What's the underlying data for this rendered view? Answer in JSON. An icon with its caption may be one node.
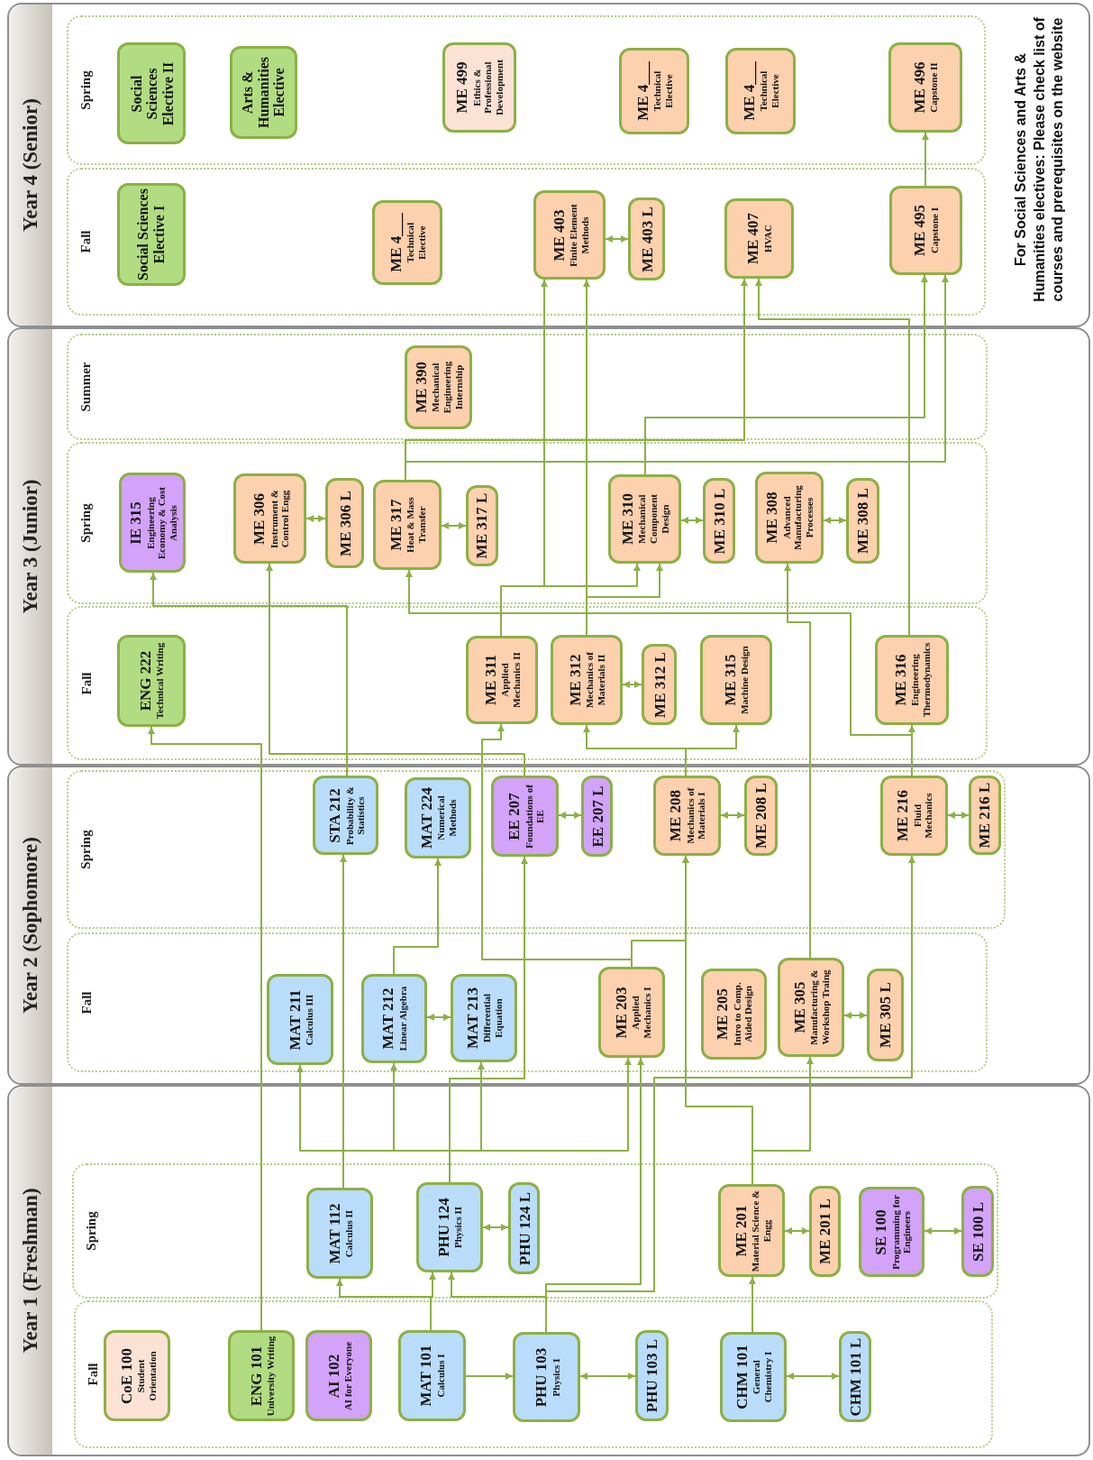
{
  "diagram": {
    "nodes": [
      {
        "text": [
          "Year 1 (Freshman)"
        ]
      },
      {
        "text": [
          "Fall"
        ],
        "in": 0
      },
      {
        "text": [
          "CoE 100",
          "Student Orientation"
        ],
        "in": 1
      },
      {
        "text": [
          "ENG 101",
          "University Writing"
        ],
        "in": 1
      },
      {
        "text": [
          "AI 102",
          "AI for Everyone"
        ],
        "in": 1
      },
      {
        "text": [
          "MAT 101",
          "Calculus I"
        ],
        "in": 1
      },
      {
        "text": [
          "PHU 103",
          "Physics I"
        ],
        "in": 1
      },
      {
        "text": [
          "PHU 103 L"
        ],
        "in": 1
      },
      {
        "text": [
          "CHM 101",
          "General Chemistry I"
        ],
        "in": 1
      },
      {
        "text": [
          "CHM 101 L"
        ],
        "in": 1
      },
      {
        "text": [
          "Spring"
        ],
        "in": 0
      },
      {
        "text": [
          "MAT 112",
          "Calculus II"
        ],
        "in": 10
      },
      {
        "text": [
          "PHU 124",
          "Physics II"
        ],
        "in": 10
      },
      {
        "text": [
          "PHU 124 L"
        ],
        "in": 10
      },
      {
        "text": [
          "ME 201",
          "Material Science & Engg"
        ],
        "in": 10
      },
      {
        "text": [
          "ME 201 L"
        ],
        "in": 10
      },
      {
        "text": [
          "SE 100",
          "Programming for Engineers"
        ],
        "in": 10
      },
      {
        "text": [
          "SE 100 L"
        ],
        "in": 10
      },
      {
        "text": [
          "Year 2 (Sophomore)"
        ]
      },
      {
        "text": [
          "Fall"
        ],
        "in": 18
      },
      {
        "text": [
          "MAT 211",
          "Calculus III"
        ],
        "in": 19
      },
      {
        "text": [
          "MAT 212",
          "Linear Algebra"
        ],
        "in": 19
      },
      {
        "text": [
          "MAT 213",
          "Differential Equation"
        ],
        "in": 19
      },
      {
        "text": [
          "ME 203",
          "Applied Mechanics I"
        ],
        "in": 19
      },
      {
        "text": [
          "ME 205",
          "Intro to Comp. Aided Design"
        ],
        "in": 19
      },
      {
        "text": [
          "ME 305",
          "Manufacturing & Workshop Traing"
        ],
        "in": 19
      },
      {
        "text": [
          "ME 305 L"
        ],
        "in": 19
      },
      {
        "text": [
          "Spring"
        ],
        "in": 18
      },
      {
        "text": [
          "STA 212",
          "Probability & Statistics"
        ],
        "in": 27
      },
      {
        "text": [
          "MAT 224",
          "Numerical Methods"
        ],
        "in": 27
      },
      {
        "text": [
          "EE 207",
          "Foundations of EE"
        ],
        "in": 27
      },
      {
        "text": [
          "EE 207 L"
        ],
        "in": 27
      },
      {
        "text": [
          "ME 208",
          "Mechanics of Materials I"
        ],
        "in": 27
      },
      {
        "text": [
          "ME 208 L"
        ],
        "in": 27
      },
      {
        "text": [
          "ME 216",
          "Fluid Mechanics"
        ],
        "in": 27
      },
      {
        "text": [
          "ME 216 L"
        ],
        "in": 27
      },
      {
        "text": [
          "Year 3 (Junior)"
        ]
      },
      {
        "text": [
          "Fall"
        ],
        "in": 36
      },
      {
        "text": [
          "ENG 222",
          "Technical Writing"
        ],
        "in": 37
      },
      {
        "text": [
          "ME 311",
          "Applied Mechanics II"
        ],
        "in": 37
      },
      {
        "text": [
          "ME 312",
          "Mechanics of Materials II"
        ],
        "in": 37
      },
      {
        "text": [
          "ME 312 L"
        ],
        "in": 37
      },
      {
        "text": [
          "ME 315",
          "Machine Design"
        ],
        "in": 37
      },
      {
        "text": [
          "ME 316",
          "Engineering Thermodynamics"
        ],
        "in": 37
      },
      {
        "text": [
          "Spring"
        ],
        "in": 36
      },
      {
        "text": [
          "IE 315",
          "Engineering Economy & Cost Analysis"
        ],
        "in": 44
      },
      {
        "text": [
          "ME 306",
          "Instrument & Control Engg"
        ],
        "in": 44
      },
      {
        "text": [
          "ME 306 L"
        ],
        "in": 44
      },
      {
        "text": [
          "ME 317",
          "Heat & Mass Transfer"
        ],
        "in": 44
      },
      {
        "text": [
          "ME 317 L"
        ],
        "in": 44
      },
      {
        "text": [
          "ME 310",
          "Mechanical Component Design"
        ],
        "in": 44
      },
      {
        "text": [
          "ME 310 L"
        ],
        "in": 44
      },
      {
        "text": [
          "ME 308",
          "Advanced Manufacturing Processes"
        ],
        "in": 44
      },
      {
        "text": [
          "ME 308 L"
        ],
        "in": 44
      },
      {
        "text": [
          "Summer"
        ],
        "in": 36
      },
      {
        "text": [
          "ME 390",
          "Mechanical Engineering Internship"
        ],
        "in": 54
      },
      {
        "text": [
          "Year 4 (Senior)"
        ]
      },
      {
        "text": [
          "Fall"
        ],
        "in": 56
      },
      {
        "text": [
          "Social Sciences Elective I"
        ],
        "in": 57
      },
      {
        "text": [
          "ME 4___",
          "Technical Elective"
        ],
        "in": 57
      },
      {
        "text": [
          "ME 403",
          "Finite Element Methods"
        ],
        "in": 57
      },
      {
        "text": [
          "ME 403 L"
        ],
        "in": 57
      },
      {
        "text": [
          "ME 407",
          "HVAC"
        ],
        "in": 57
      },
      {
        "text": [
          "ME 495",
          "Capstone I"
        ],
        "in": 57
      },
      {
        "text": [
          "Spring"
        ],
        "in": 56
      },
      {
        "text": [
          "Social Sciences Elective II"
        ],
        "in": 64
      },
      {
        "text": [
          "Arts & Humanities Elective"
        ],
        "in": 64
      },
      {
        "text": [
          "ME 499",
          "Ethics & Professional Development"
        ],
        "in": 64
      },
      {
        "text": [
          "ME 4___",
          "Technical Elective"
        ],
        "in": 64
      },
      {
        "text": [
          "ME 4___",
          "Technical Elective"
        ],
        "in": 64
      },
      {
        "text": [
          "ME 496",
          "Capstone II"
        ],
        "in": 64
      }
    ],
    "edges": [
      {
        "from": 5,
        "to": 6,
        "arrow": "to"
      },
      {
        "from": 6,
        "to": 7,
        "arrow": "both"
      },
      {
        "from": 8,
        "to": 9,
        "arrow": "both"
      },
      {
        "from": 5,
        "to": 11,
        "arrow": "to"
      },
      {
        "from": 5,
        "to": 12,
        "arrow": "to"
      },
      {
        "from": 6,
        "to": 12,
        "arrow": "to"
      },
      {
        "from": 12,
        "to": 13,
        "arrow": "both"
      },
      {
        "from": 8,
        "to": 14,
        "arrow": "to"
      },
      {
        "from": 14,
        "to": 15,
        "arrow": "both"
      },
      {
        "from": 16,
        "to": 17,
        "arrow": "both"
      },
      {
        "from": 3,
        "to": 38,
        "arrow": "to"
      },
      {
        "from": 11,
        "to": 20,
        "arrow": "to"
      },
      {
        "from": 11,
        "to": 21,
        "arrow": "to"
      },
      {
        "from": 11,
        "to": 22,
        "arrow": "to"
      },
      {
        "from": 11,
        "to": 23,
        "arrow": "to"
      },
      {
        "from": 11,
        "to": 28,
        "arrow": "to"
      },
      {
        "from": 6,
        "to": 23,
        "arrow": "to"
      },
      {
        "from": 6,
        "to": 34,
        "arrow": "to"
      },
      {
        "from": 12,
        "to": 30,
        "arrow": "to"
      },
      {
        "from": 21,
        "to": 29,
        "arrow": "to"
      },
      {
        "from": 21,
        "to": 22,
        "arrow": "both"
      },
      {
        "from": 25,
        "to": 26,
        "arrow": "both"
      },
      {
        "from": 14,
        "to": 32,
        "arrow": "to"
      },
      {
        "from": 14,
        "to": 25,
        "arrow": "to"
      },
      {
        "from": 23,
        "to": 32,
        "arrow": "to"
      },
      {
        "from": 23,
        "to": 39,
        "arrow": "to"
      },
      {
        "from": 25,
        "to": 52,
        "arrow": "to"
      },
      {
        "from": 30,
        "to": 31,
        "arrow": "both"
      },
      {
        "from": 32,
        "to": 33,
        "arrow": "both"
      },
      {
        "from": 34,
        "to": 35,
        "arrow": "both"
      },
      {
        "from": 32,
        "to": 40,
        "arrow": "to"
      },
      {
        "from": 32,
        "to": 42,
        "arrow": "to"
      },
      {
        "from": 34,
        "to": 43,
        "arrow": "to"
      },
      {
        "from": 34,
        "to": 48,
        "arrow": "to"
      },
      {
        "from": 28,
        "to": 45,
        "arrow": "to"
      },
      {
        "from": 30,
        "to": 46,
        "arrow": "to"
      },
      {
        "from": 40,
        "to": 41,
        "arrow": "both"
      },
      {
        "from": 46,
        "to": 47,
        "arrow": "both"
      },
      {
        "from": 48,
        "to": 49,
        "arrow": "both"
      },
      {
        "from": 50,
        "to": 51,
        "arrow": "both"
      },
      {
        "from": 52,
        "to": 53,
        "arrow": "both"
      },
      {
        "from": 39,
        "to": 50,
        "arrow": "to"
      },
      {
        "from": 40,
        "to": 50,
        "arrow": "to"
      },
      {
        "from": 39,
        "to": 60,
        "arrow": "to"
      },
      {
        "from": 40,
        "to": 60,
        "arrow": "to"
      },
      {
        "from": 43,
        "to": 62,
        "arrow": "to"
      },
      {
        "from": 48,
        "to": 62,
        "arrow": "to"
      },
      {
        "from": 48,
        "to": 63,
        "arrow": "to"
      },
      {
        "from": 50,
        "to": 63,
        "arrow": "to"
      },
      {
        "from": 63,
        "to": 70,
        "arrow": "to"
      },
      {
        "from": 60,
        "to": 61,
        "arrow": "both"
      }
    ],
    "labels": [
      "For Social Sciences and Arts & Humanities electives: Please check list of courses and prerequisites on the website"
    ]
  }
}
